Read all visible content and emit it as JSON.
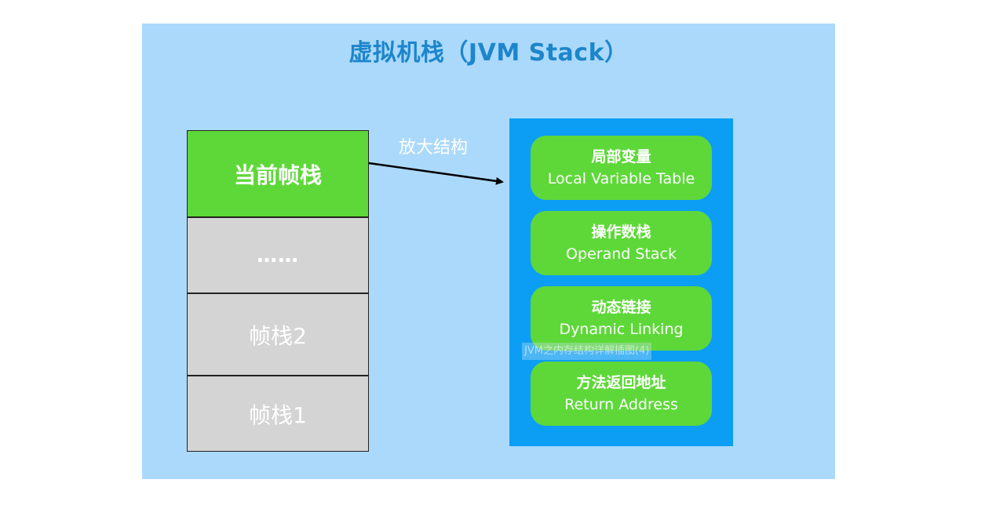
{
  "diagram": {
    "title": "虚拟机栈（JVM Stack）",
    "stack_frames": [
      {
        "label": "当前帧栈"
      },
      {
        "label": "……"
      },
      {
        "label": "帧栈2"
      },
      {
        "label": "帧栈1"
      }
    ],
    "zoom_label": "放大结构",
    "frame_structure": [
      {
        "zh": "局部变量",
        "en": "Local Variable Table"
      },
      {
        "zh": "操作数栈",
        "en": "Operand Stack"
      },
      {
        "zh": "动态链接",
        "en": "Dynamic Linking"
      },
      {
        "zh": "方法返回地址",
        "en": "Return Address"
      }
    ],
    "watermark": "JVM之内存结构详解插图(4)"
  },
  "colors": {
    "panel_bg": "#abd9fb",
    "title_color": "#1d86cb",
    "current_frame": "#5ed839",
    "frame_gray": "#d4d4d4",
    "structure_bg": "#0c9ef5",
    "pill_green": "#5ed839"
  }
}
